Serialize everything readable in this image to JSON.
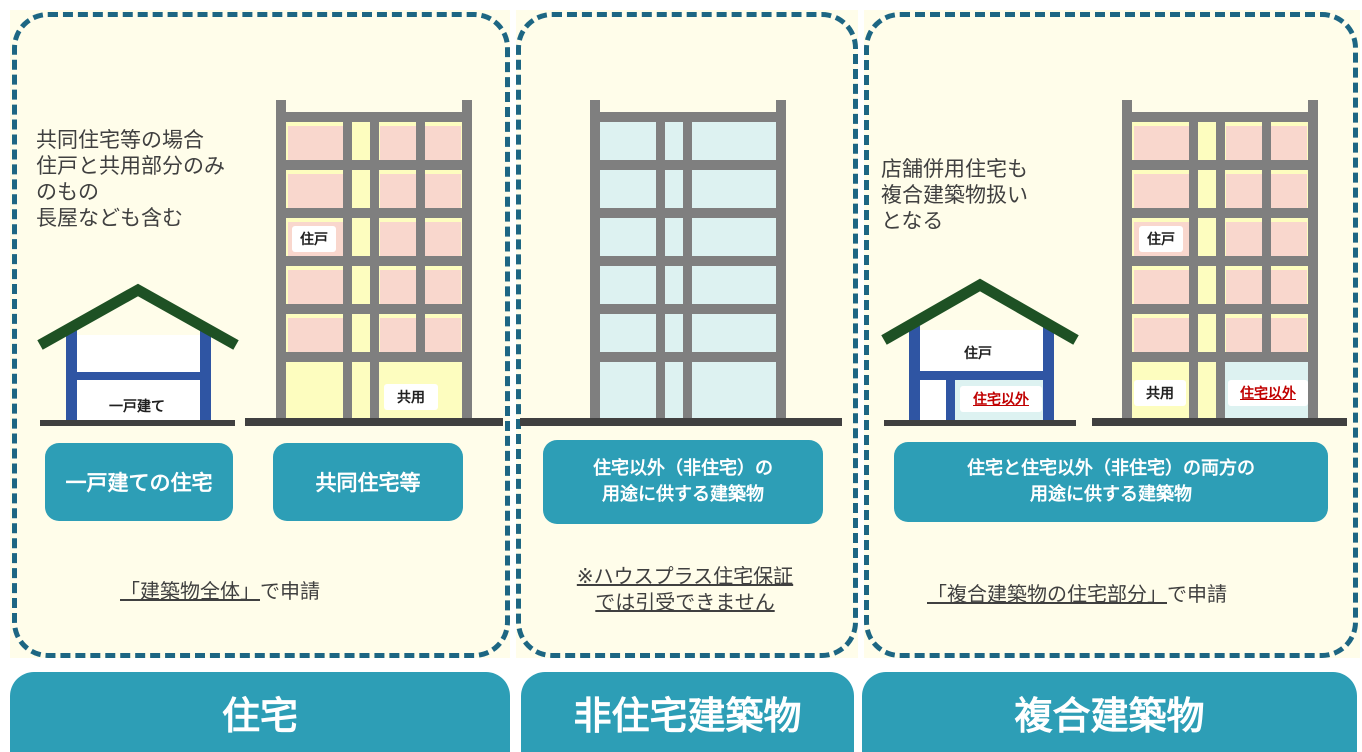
{
  "panels": {
    "housing": {
      "note": "共同住宅等の場合\n住戸と共用部分のみ\nのもの\n長屋なども含む",
      "house_label": "一戸建て",
      "apt_unit_label": "住戸",
      "apt_common_label": "共用",
      "button_detached": "一戸建ての住宅",
      "button_apartment": "共同住宅等",
      "apply_quoted": "「建築物全体」",
      "apply_suffix": "で申請",
      "category": "住宅"
    },
    "nonresidential": {
      "button": "住宅以外（非住宅）の\n用途に供する建築物",
      "note": "※ハウスプラス住宅保証\nでは引受できません",
      "category": "非住宅建築物"
    },
    "mixed": {
      "note": "店舗併用住宅も\n複合建築物扱い\nとなる",
      "house_unit_label": "住戸",
      "house_other_label": "住宅以外",
      "apt_unit_label": "住戸",
      "apt_common_label": "共用",
      "apt_other_label": "住宅以外",
      "button": "住宅と住宅以外（非住宅）の両方の\n用途に供する建築物",
      "apply_quoted": "「複合建築物の住宅部分」",
      "apply_suffix": "で申請",
      "category": "複合建築物"
    }
  },
  "colors": {
    "accent": "#2d9eb6",
    "dashed_border": "#1d6683",
    "panel_bg": "#fffdea",
    "frame_gray": "#7f7f7f",
    "unit_pink": "#f9d7cd",
    "common_yellow": "#fdfdbf",
    "nonres_cyan": "#ddf2f1",
    "roof_green": "#1e5124",
    "house_blue": "#2f55a3"
  }
}
